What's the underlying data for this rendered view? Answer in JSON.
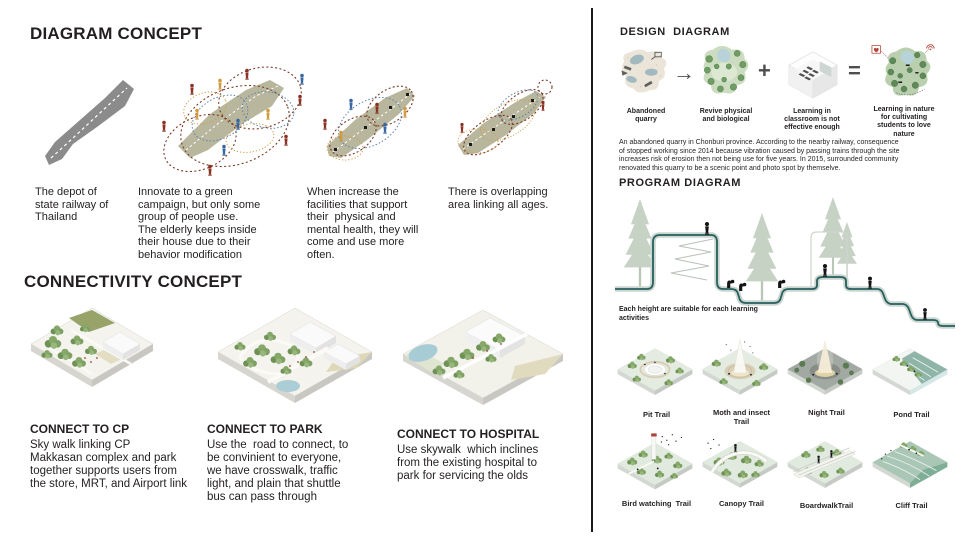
{
  "diagram_concept": {
    "heading": "DIAGRAM CONCEPT",
    "items": [
      {
        "caption": "The depot of\nstate railway of\nThailand"
      },
      {
        "caption": "Innovate to a green\ncampaign, but only some\ngroup of people use.\nThe elderly keeps inside\ntheir house due to their\nbehavior modification"
      },
      {
        "caption": "When increase the\nfacilities that support\ntheir  physical and\nmental health, they will\ncome and use more\noften."
      },
      {
        "caption": "There is overlapping\narea linking all ages."
      }
    ]
  },
  "connectivity_concept": {
    "heading": "CONNECTIVITY CONCEPT",
    "items": [
      {
        "title": "CONNECT TO CP",
        "body": "Sky walk linking CP\nMakkasan complex and park\ntogether supports users from\nthe store, MRT, and Airport link"
      },
      {
        "title": "CONNECT TO PARK",
        "body": "Use the  road to connect, to\nbe convinient to everyone,\nwe have crosswalk, traffic\nlight, and plain that shuttle\nbus can pass through"
      },
      {
        "title": "CONNECT TO HOSPITAL",
        "body": "Use skywalk  which inclines\nfrom the existing hospital to\npark for servicing the olds"
      }
    ]
  },
  "design_diagram": {
    "heading": "DESIGN  DIAGRAM",
    "steps": [
      {
        "caption": "Abandoned\nquarry"
      },
      {
        "caption": "Revive physical\nand biological"
      },
      {
        "caption": "Learning in\nclassroom is not\neffective enough"
      },
      {
        "caption": "Learning in nature\nfor cultivating\nstudents to love\nnature"
      }
    ],
    "operators": {
      "arrow": "→",
      "plus": "+",
      "equals": "="
    },
    "description": "An abandoned quarry in Chonburi province. According to the nearby railway, consequence\nof stopped working since 2014 because vibration caused by passing trains through the site\nincreases risk of erosion then not being use for five years. In 2015, surrounded community\nrenovated this quarry to be a scenic point and photo spot by themselve."
  },
  "program_diagram": {
    "heading": "PROGRAM DIAGRAM",
    "note": "Each height are suitable for each\nlearning activities",
    "trails": [
      {
        "label": "Pit Trail"
      },
      {
        "label": "Moth and insect\nTrail"
      },
      {
        "label": "Night Trail"
      },
      {
        "label": "Pond Trail"
      },
      {
        "label": "Bird watching  Trail"
      },
      {
        "label": "Canopy Trail"
      },
      {
        "label": "BoardwalkTrail"
      },
      {
        "label": "Cliff Trail"
      }
    ]
  },
  "colors": {
    "text": "#231f20",
    "site_band_olive": "#b8b69c",
    "loop_brown": "#7b3b29",
    "loop_blue": "#5c80ad",
    "loop_orange": "#cf9c44",
    "terrain_teal": "#24605e",
    "tree_sage": "#c6d2c4",
    "pond_blue": "#aacdd6"
  }
}
